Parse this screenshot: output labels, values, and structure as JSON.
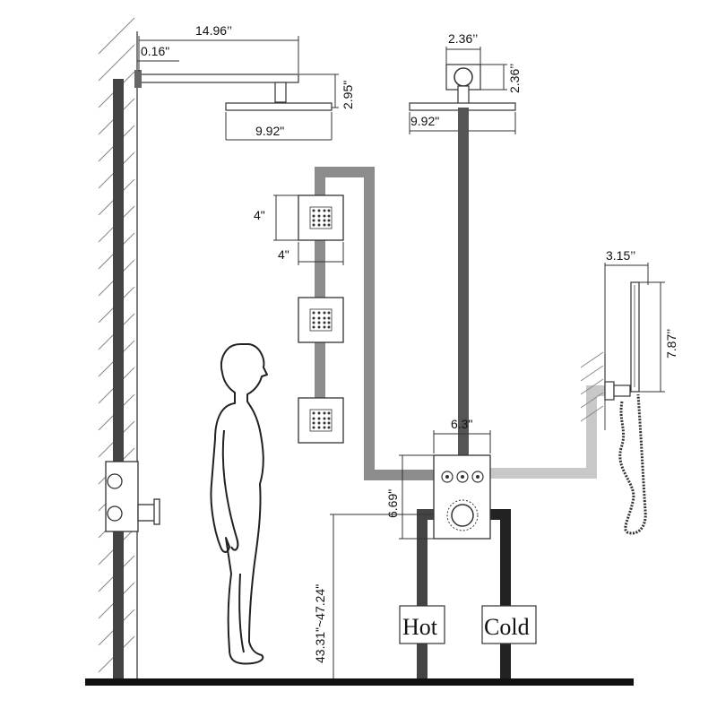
{
  "dimensions": {
    "arm_length": "14.96’’",
    "wall_gap": "0.16\"",
    "arm_drop": "2.95\"",
    "head_width_left": "9.92\"",
    "flange_width": "2.36’’",
    "flange_height": "2.36’’",
    "head_width_right": "9.92\"",
    "jet_height": "4\"",
    "jet_width": "4\"",
    "handheld_width": "3.15’’",
    "handheld_length": "7.87’’",
    "valve_width": "6.3\"",
    "valve_height": "6.69\"",
    "mount_height": "43.31\"~47.24\""
  },
  "labels": {
    "hot": "Hot",
    "cold": "Cold"
  },
  "colors": {
    "pipe_dark": "#444444",
    "pipe_gray": "#8c8c8c",
    "pipe_light": "#c8c8c8",
    "floor": "#111111"
  }
}
